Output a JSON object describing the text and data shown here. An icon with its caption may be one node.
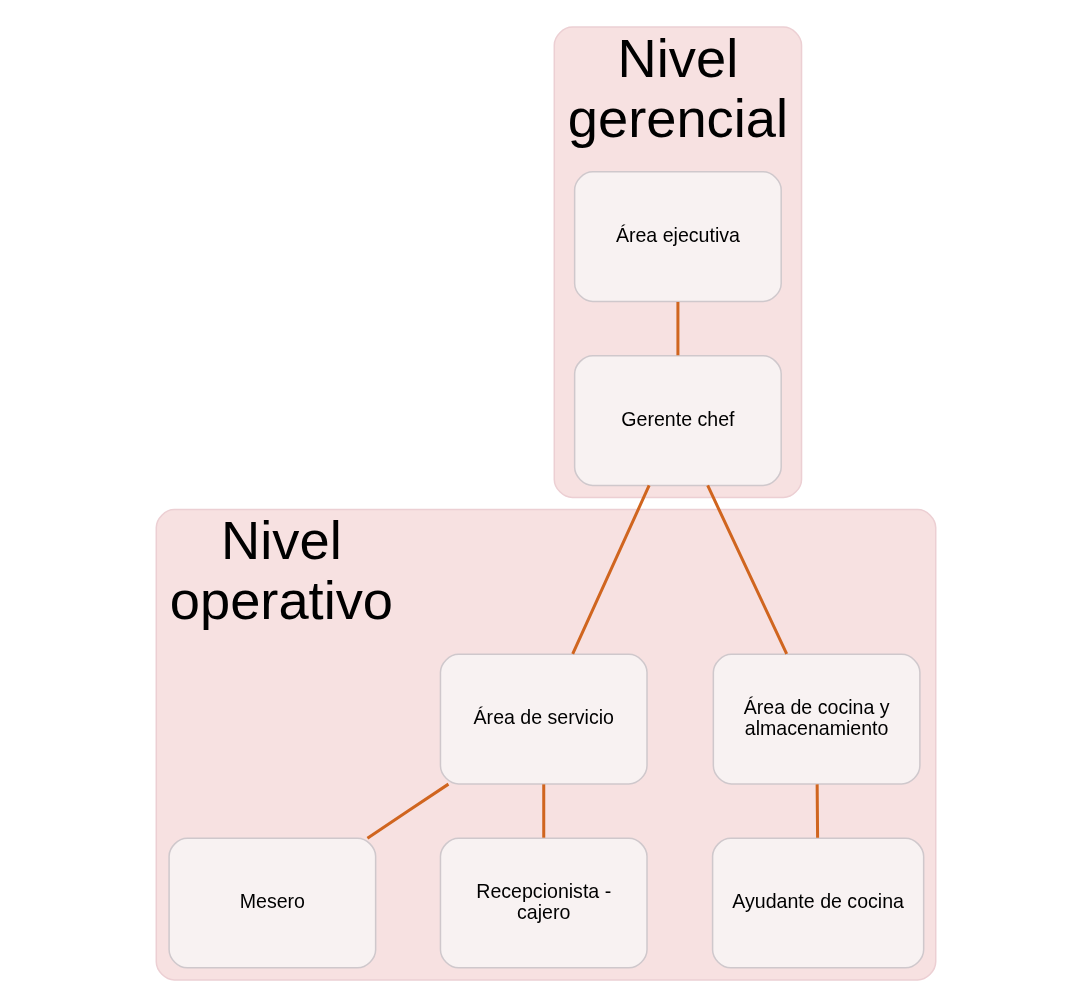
{
  "diagram": {
    "nodes": [
      {
        "text": [
          "Nivel gerencial"
        ]
      },
      {
        "text": [
          "Área ejecutiva"
        ],
        "in": 0
      },
      {
        "text": [
          "Gerente chef"
        ],
        "in": 0
      },
      {
        "text": [
          "Nivel operativo"
        ]
      },
      {
        "text": [
          "Área de cocina y almacenamiento"
        ],
        "in": 3
      },
      {
        "text": [
          "Área de servicio"
        ],
        "in": 3
      },
      {
        "text": [
          "Ayudante de cocina"
        ],
        "in": 3
      },
      {
        "text": [
          "Mesero"
        ],
        "in": 3
      },
      {
        "text": [
          "Recepcionista - cajero"
        ],
        "in": 3
      }
    ],
    "edges": [
      {
        "from": 1,
        "to": 2,
        "arrow": "none"
      },
      {
        "from": 2,
        "to": 4,
        "arrow": "none"
      },
      {
        "from": 2,
        "to": 5,
        "arrow": "none"
      },
      {
        "from": 4,
        "to": 6,
        "arrow": "none"
      },
      {
        "from": 5,
        "to": 7,
        "arrow": "none"
      },
      {
        "from": 5,
        "to": 8,
        "arrow": "none"
      }
    ]
  }
}
